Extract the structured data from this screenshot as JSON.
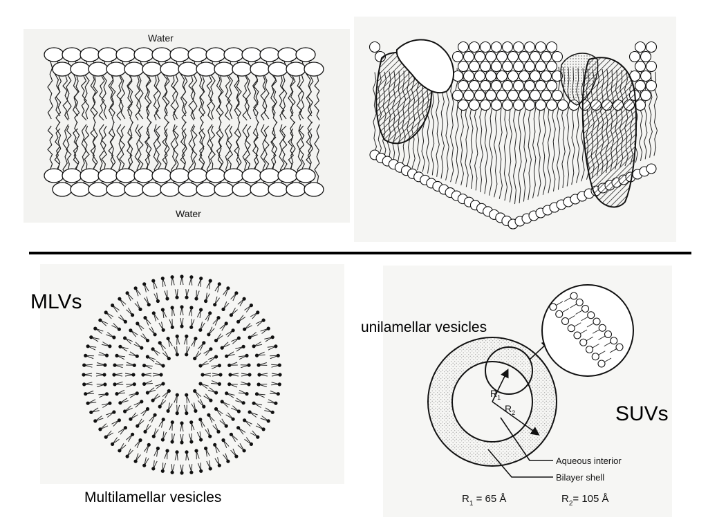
{
  "bilayer_panel": {
    "top_label": "Water",
    "bottom_label": "Water"
  },
  "mlv": {
    "heading": "MLVs",
    "caption": "Multilamellar vesicles"
  },
  "suv": {
    "heading": "SUVs",
    "subheading": "unilamellar vesicles",
    "r1_label": "R",
    "r1_sub": "1",
    "r2_label": "R",
    "r2_sub": "2",
    "aqueous_label": "Aqueous interior",
    "shell_label": "Bilayer shell",
    "r1_value_prefix": "R",
    "r1_value_sub": "1",
    "r1_value": " = 65 Å",
    "r2_value_prefix": "R",
    "r2_value_sub": "2",
    "r2_value": "= 105 Å"
  }
}
